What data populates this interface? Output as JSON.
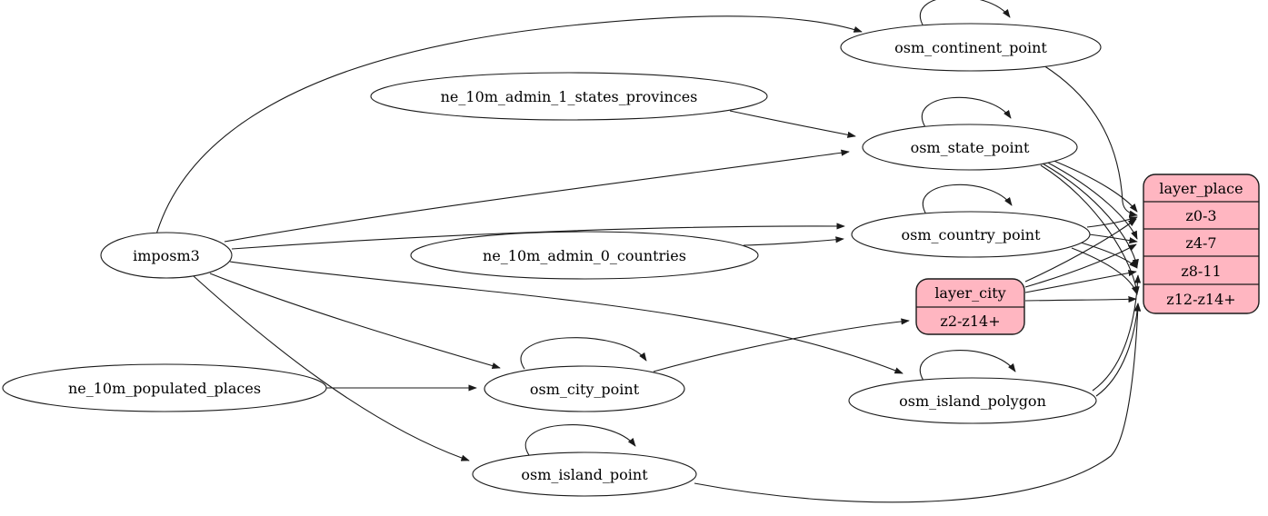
{
  "diagram": {
    "background": "#ffffff",
    "colors": {
      "record_fill": "#ffb6c1",
      "node_fill": "#ffffff",
      "stroke": "#1a1a1a"
    },
    "nodes": {
      "imposm3": {
        "label": "imposm3"
      },
      "ne_10m_populated_places": {
        "label": "ne_10m_populated_places"
      },
      "ne_10m_admin_1_states_provinces": {
        "label": "ne_10m_admin_1_states_provinces"
      },
      "ne_10m_admin_0_countries": {
        "label": "ne_10m_admin_0_countries"
      },
      "osm_continent_point": {
        "label": "osm_continent_point"
      },
      "osm_state_point": {
        "label": "osm_state_point"
      },
      "osm_country_point": {
        "label": "osm_country_point"
      },
      "osm_city_point": {
        "label": "osm_city_point"
      },
      "osm_island_polygon": {
        "label": "osm_island_polygon"
      },
      "osm_island_point": {
        "label": "osm_island_point"
      }
    },
    "records": {
      "layer_city": {
        "title": "layer_city",
        "rows": [
          "z2-z14+"
        ]
      },
      "layer_place": {
        "title": "layer_place",
        "rows": [
          "z0-3",
          "z4-7",
          "z8-11",
          "z12-z14+"
        ]
      }
    },
    "edges": [
      {
        "from": "imposm3",
        "to": "osm_continent_point"
      },
      {
        "from": "imposm3",
        "to": "osm_state_point"
      },
      {
        "from": "imposm3",
        "to": "osm_country_point"
      },
      {
        "from": "imposm3",
        "to": "osm_city_point"
      },
      {
        "from": "imposm3",
        "to": "osm_island_polygon"
      },
      {
        "from": "imposm3",
        "to": "osm_island_point"
      },
      {
        "from": "ne_10m_admin_1_states_provinces",
        "to": "osm_state_point"
      },
      {
        "from": "ne_10m_admin_0_countries",
        "to": "osm_country_point"
      },
      {
        "from": "ne_10m_populated_places",
        "to": "osm_city_point"
      },
      {
        "from": "osm_continent_point",
        "to": "osm_continent_point"
      },
      {
        "from": "osm_state_point",
        "to": "osm_state_point"
      },
      {
        "from": "osm_country_point",
        "to": "osm_country_point"
      },
      {
        "from": "osm_city_point",
        "to": "osm_city_point"
      },
      {
        "from": "osm_island_polygon",
        "to": "osm_island_polygon"
      },
      {
        "from": "osm_island_point",
        "to": "osm_island_point"
      },
      {
        "from": "osm_continent_point",
        "to": "layer_place:z0-3"
      },
      {
        "from": "osm_state_point",
        "to": "layer_place:z0-3"
      },
      {
        "from": "osm_state_point",
        "to": "layer_place:z4-7"
      },
      {
        "from": "osm_state_point",
        "to": "layer_place:z8-11"
      },
      {
        "from": "osm_state_point",
        "to": "layer_place:z12-z14+"
      },
      {
        "from": "osm_country_point",
        "to": "layer_place:z0-3"
      },
      {
        "from": "osm_country_point",
        "to": "layer_place:z4-7"
      },
      {
        "from": "osm_country_point",
        "to": "layer_place:z8-11"
      },
      {
        "from": "osm_country_point",
        "to": "layer_place:z12-z14+"
      },
      {
        "from": "osm_city_point",
        "to": "layer_city:z2-z14+"
      },
      {
        "from": "layer_city",
        "to": "layer_place:z0-3"
      },
      {
        "from": "layer_city",
        "to": "layer_place:z4-7"
      },
      {
        "from": "layer_city",
        "to": "layer_place:z8-11"
      },
      {
        "from": "layer_city",
        "to": "layer_place:z12-z14+"
      },
      {
        "from": "osm_island_polygon",
        "to": "layer_place:z8-11"
      },
      {
        "from": "osm_island_polygon",
        "to": "layer_place:z12-z14+"
      },
      {
        "from": "osm_island_point",
        "to": "layer_place:z12-z14+"
      }
    ]
  }
}
